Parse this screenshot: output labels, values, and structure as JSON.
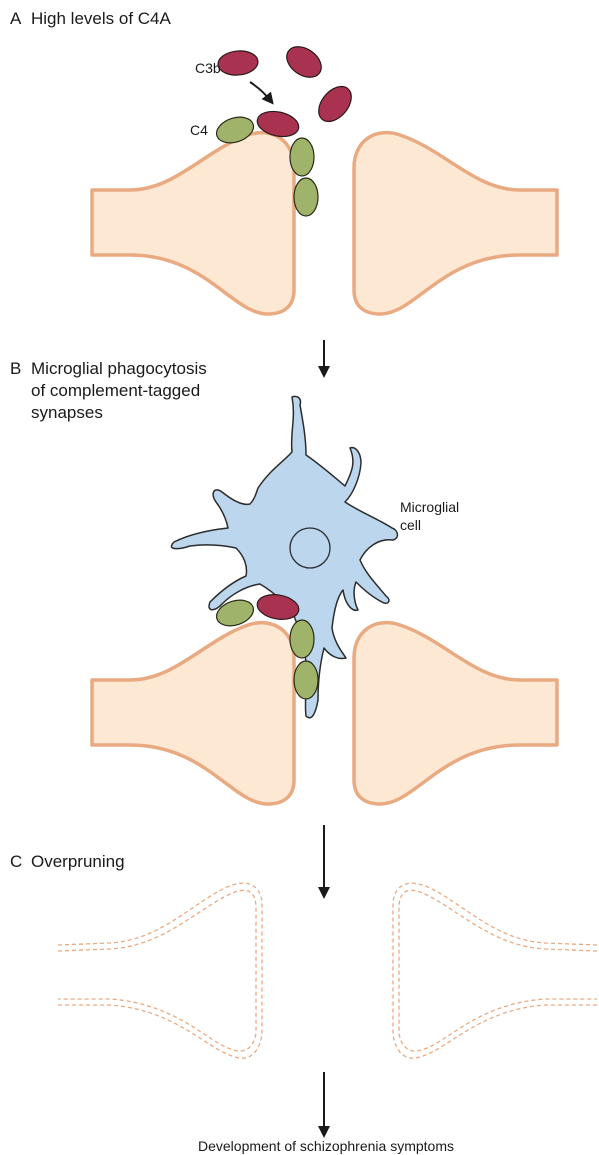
{
  "colors": {
    "neuron_fill": "#fde8d3",
    "neuron_stroke": "#e9aa82",
    "c3b_fill": "#a8324f",
    "c4_fill": "#9fb36a",
    "microglia_fill": "#bcd6ee",
    "microglia_stroke": "#2c2c2c",
    "arrow": "#1a1a1a"
  },
  "panels": [
    {
      "letter": "A",
      "title_lines": [
        "High levels of C4A"
      ],
      "labels": {
        "c3b": "C3b",
        "c4": "C4"
      }
    },
    {
      "letter": "B",
      "title_lines": [
        "Microglial phagocytosis",
        "of complement-tagged",
        "synapses"
      ],
      "labels": {
        "microglia_line1": "Microglial",
        "microglia_line2": "cell"
      }
    },
    {
      "letter": "C",
      "title_lines": [
        "Overpruning"
      ]
    }
  ],
  "caption": "Development of schizophrenia symptoms"
}
